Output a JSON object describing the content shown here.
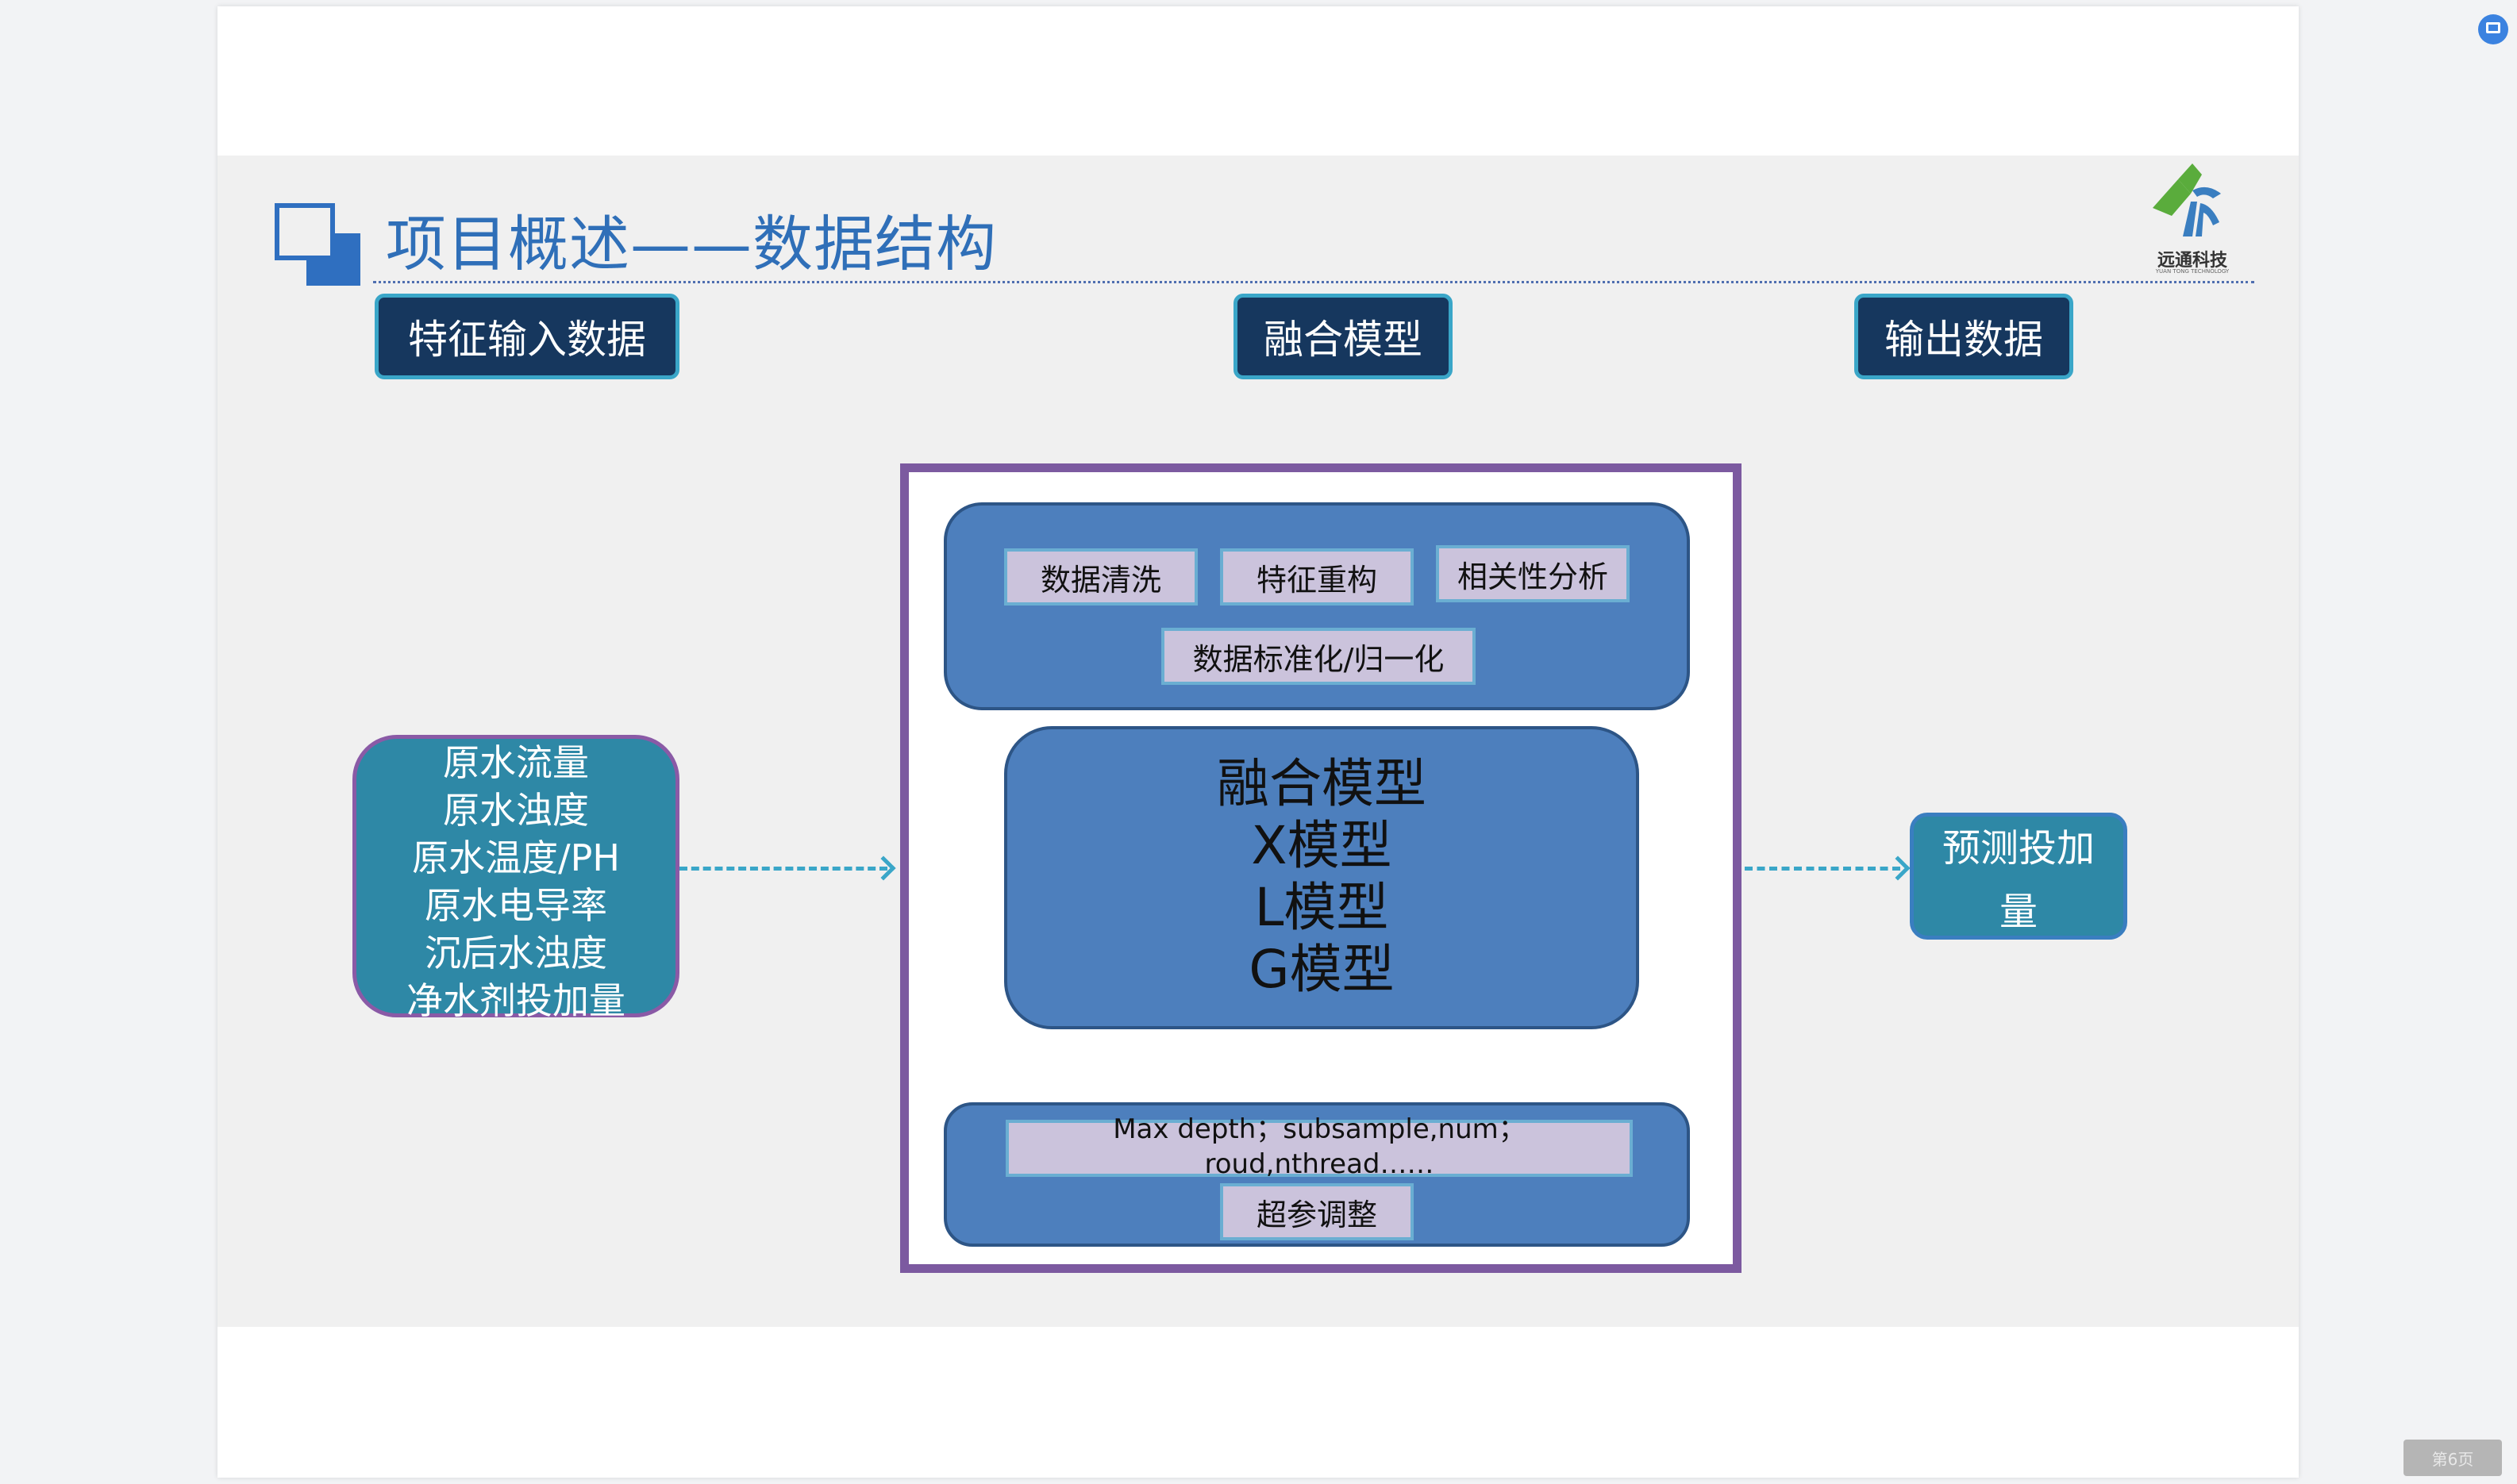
{
  "slide": {
    "title": "项目概述——数据结构",
    "logo_text": "远通科技",
    "logo_sub": "YUAN TONG TECHNOLOGY"
  },
  "headers": {
    "input": "特征输入数据",
    "model": "融合模型",
    "output": "输出数据"
  },
  "inputs": [
    "原水流量",
    "原水浊度",
    "原水温度/PH",
    "原水电导率",
    "沉后水浊度",
    "净水剂投加量"
  ],
  "preprocess": {
    "chips": [
      "数据清洗",
      "特征重构",
      "相关性分析"
    ],
    "normalize": "数据标准化/归一化"
  },
  "core_models": [
    "融合模型",
    "X模型",
    "L模型",
    "G模型"
  ],
  "hyperparams": {
    "params_line1": "Max depth；subsample,num；",
    "params_line2": "roud,nthread……",
    "label": "超参调整"
  },
  "output": {
    "line1": "预测投加",
    "line2": "量"
  },
  "viewer": {
    "page_indicator": "第6页"
  },
  "colors": {
    "dark_header": "#16375e",
    "teal": "#2e88a6",
    "panel_blue": "#4d7fbd",
    "frame_purple": "#7c5aa0",
    "chip_lavender": "#cbc3dc"
  }
}
